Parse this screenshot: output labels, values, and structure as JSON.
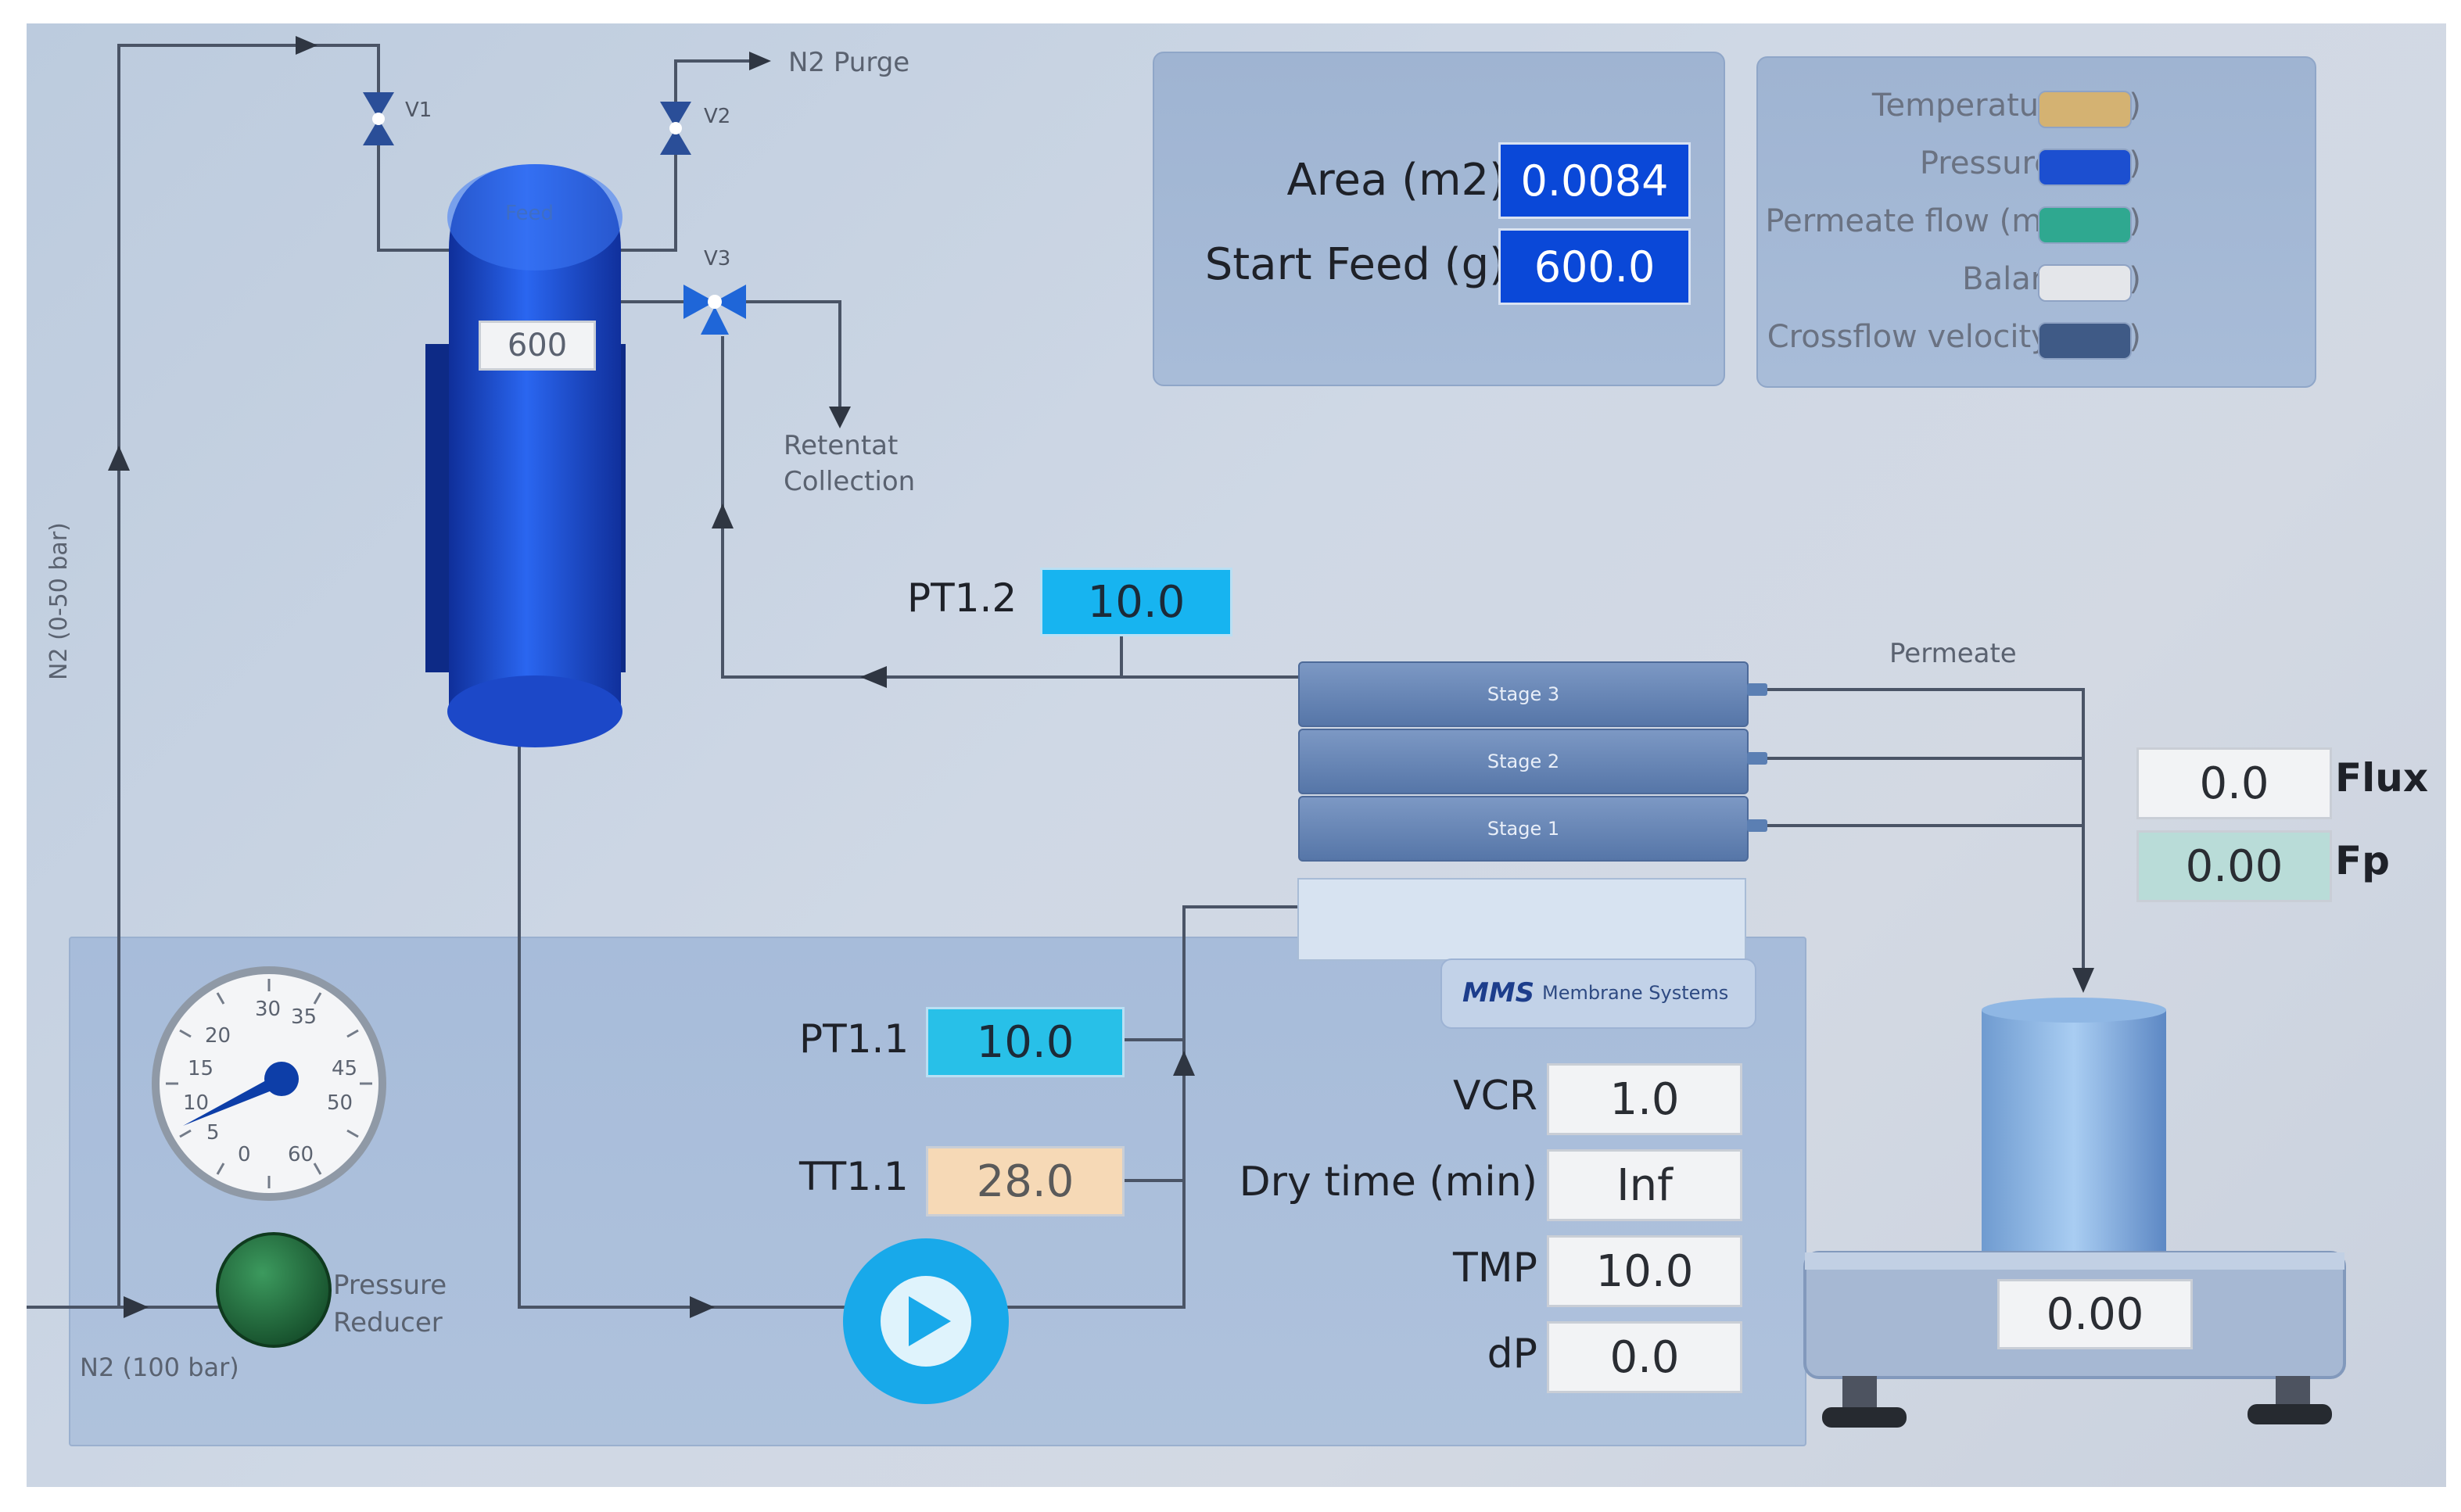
{
  "params": {
    "area_label": "Area (m2)",
    "area_value": "0.0084",
    "start_feed_label": "Start Feed (g)",
    "start_feed_value": "600.0"
  },
  "legend": {
    "items": [
      {
        "label": "Temperature (ºC)",
        "color": "#d4b272"
      },
      {
        "label": "Pressure (Bar)",
        "color": "#1c4fd0"
      },
      {
        "label": "Permeate flow (mL/min)",
        "color": "#2fa890"
      },
      {
        "label": "Balance (g)",
        "color": "#e4e6ea"
      },
      {
        "label": "Crossflow velocity (m/s)",
        "color": "#3f5a86"
      }
    ]
  },
  "tank": {
    "label": "Feed",
    "level": "600"
  },
  "valves": {
    "v1": "V1",
    "v2": "V2",
    "v3": "V3"
  },
  "lines": {
    "n2_purge": "N2 Purge",
    "retentate_1": "Retentat",
    "retentate_2": "Collection",
    "n2_range": "N2 (0-50 bar)",
    "n2_supply": "N2 (100 bar)",
    "reducer_1": "Pressure",
    "reducer_2": "Reducer",
    "permeate": "Permeate"
  },
  "sensors": {
    "pt12_label": "PT1.2",
    "pt12_value": "10.0",
    "pt11_label": "PT1.1",
    "pt11_value": "10.0",
    "tt11_label": "TT1.1",
    "tt11_value": "28.0"
  },
  "stages": [
    "Stage 3",
    "Stage 2",
    "Stage 1"
  ],
  "flux": {
    "flux_value": "0.0",
    "flux_label": "Flux",
    "fp_value": "0.00",
    "fp_label": "Fp"
  },
  "process": {
    "vcr_label": "VCR",
    "vcr_value": "1.0",
    "dry_label": "Dry time (min)",
    "dry_value": "Inf",
    "tmp_label": "TMP",
    "tmp_value": "10.0",
    "dp_label": "dP",
    "dp_value": "0.0"
  },
  "brand": {
    "logo": "MMS",
    "name": "Membrane Systems"
  },
  "gauge": {
    "ticks": [
      "0",
      "5",
      "10",
      "15",
      "20",
      "30",
      "35",
      "45",
      "50",
      "60"
    ]
  },
  "balance": {
    "reading": "0.00"
  },
  "colors": {
    "tank_blue": "#1d4fd6",
    "pump_cyan": "#18a9ea",
    "reducer_green": "#1f6a3b"
  }
}
